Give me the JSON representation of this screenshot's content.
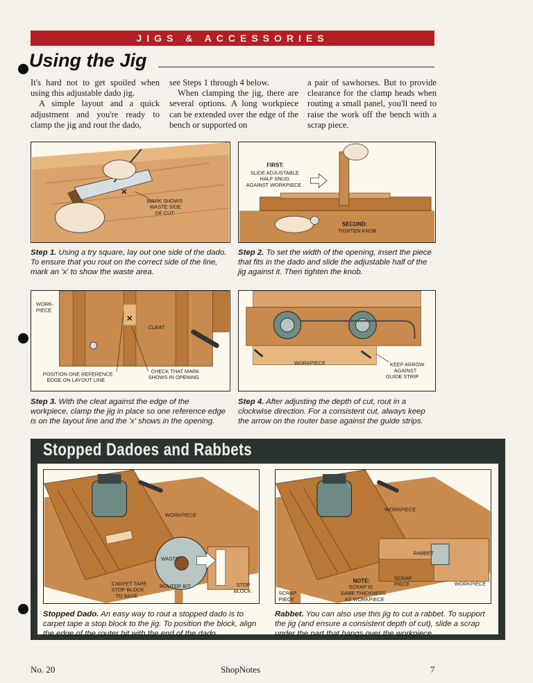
{
  "header": {
    "banner": "JIGS & ACCESSORIES",
    "title": "Using the Jig"
  },
  "intro": {
    "col1_p1": "It's hard not to get spoiled when using this adjustable dado jig.",
    "col1_p2": "A simple layout and a quick adjustment and you're ready to clamp the jig and rout the dado,",
    "col2_p1": "see Steps 1 through 4 below.",
    "col2_p2": "When clamping the jig, there are several options. A long workpiece can be extended over the edge of the bench or supported on",
    "col3_p1": "a pair of sawhorses. But to provide clearance for the clamp heads when routing a small panel, you'll need to raise the work off the bench with a scrap piece."
  },
  "figures": {
    "step1": {
      "label": "MARK SHOWS WASTE SIDE OF CUT",
      "label_lines": [
        "MARK SHOWS",
        "WASTE SIDE",
        "OF CUT"
      ]
    },
    "step2": {
      "first_title": "FIRST:",
      "first_lines": [
        "SLIDE ADJUSTABLE",
        "HALF SNUG",
        "AGAINST WORKPIECE"
      ],
      "second_title": "SECOND:",
      "second_line": "TIGHTEN KNOB"
    },
    "step3": {
      "workpiece": [
        "WORK-",
        "PIECE"
      ],
      "cleat": "CLEAT",
      "reference": [
        "POSITION ONE REFERENCE",
        "EDGE ON LAYOUT LINE"
      ],
      "check": [
        "CHECK THAT MARK",
        "SHOWS IN OPENING"
      ]
    },
    "step4": {
      "workpiece": "WORKPIECE",
      "arrow": [
        "KEEP ARROW",
        "AGAINST",
        "GUIDE STRIP"
      ]
    }
  },
  "captions": {
    "step1_label": "Step 1.",
    "step1_text": "Using a try square, lay out one side of the dado. To ensure that you rout on the correct side of the line, mark an 'x' to show the waste area.",
    "step2_label": "Step 2.",
    "step2_text": "To set the width of the opening, insert the piece that fits in the dado and slide the adjustable half of the jig against it. Then tighten the knob.",
    "step3_label": "Step 3.",
    "step3_text": "With the cleat against the edge of the workpiece, clamp the jig in place so one reference edge is on the layout line and the 'x' shows in the opening.",
    "step4_label": "Step 4.",
    "step4_text": "After adjusting the depth of cut, rout in a clockwise direction. For a consistent cut, always keep the arrow on the router base against the guide strips."
  },
  "section": {
    "title": "Stopped Dadoes and Rabbets",
    "left_fig": {
      "workpiece": "WORKPIECE",
      "waste": "WASTE",
      "carpet": [
        "CARPET TAPE",
        "STOP BLOCK",
        "TO BASE"
      ],
      "router_bit": "ROUTER BIT",
      "stop": [
        "STOP",
        "BLOCK"
      ]
    },
    "right_fig": {
      "workpiece": "WORKPIECE",
      "rabbet": "RABBET",
      "workpiece2": "WORKPIECE",
      "scrap": [
        "SCRAP",
        "PIECE"
      ],
      "scrap2": [
        "SCRAP",
        "PIECE"
      ],
      "note_title": "NOTE:",
      "note": [
        "SCRAP IS",
        "SAME THICKNESS",
        "AS WORKPIECE"
      ]
    },
    "cap_left_label": "Stopped Dado.",
    "cap_left_text": "An easy way to rout a stopped dado is to carpet tape a stop block to the jig. To position the block, align the edge of the router bit with the end of the dado.",
    "cap_right_label": "Rabbet.",
    "cap_right_text": "You can also use this jig to cut a rabbet. To support the jig (and ensure a consistent depth of cut), slide a scrap under the part that hangs over the workpiece."
  },
  "footer": {
    "issue": "No. 20",
    "magazine": "ShopNotes",
    "page": "7"
  },
  "colors": {
    "banner": "#b21f24",
    "wood": "#c98a4e",
    "wood_dark": "#8a5226",
    "section": "#2b332f"
  }
}
